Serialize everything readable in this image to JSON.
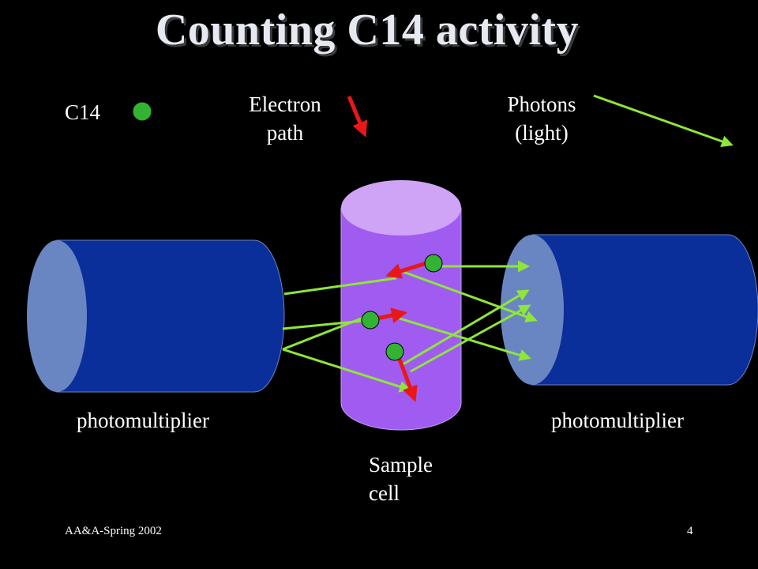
{
  "slide": {
    "title": "Counting C14 activity",
    "footer_left": "AA&A-Spring 2002",
    "page_number": "4"
  },
  "legend": {
    "c14_label": "C14",
    "electron_label_line1": "Electron",
    "electron_label_line2": "path",
    "photons_label_line1": "Photons",
    "photons_label_line2": "(light)"
  },
  "labels": {
    "left_detector": "photomultiplier",
    "right_detector": "photomultiplier",
    "sample_line1": "Sample",
    "sample_line2": "cell"
  },
  "colors": {
    "atom": "#33b233",
    "electron": "#e81818",
    "photon": "#8ee63a",
    "tube_body": "#0a2f9a",
    "tube_face": "#6a86c2",
    "cell_body": "#a05cf0",
    "cell_top": "#cfa3f5"
  }
}
